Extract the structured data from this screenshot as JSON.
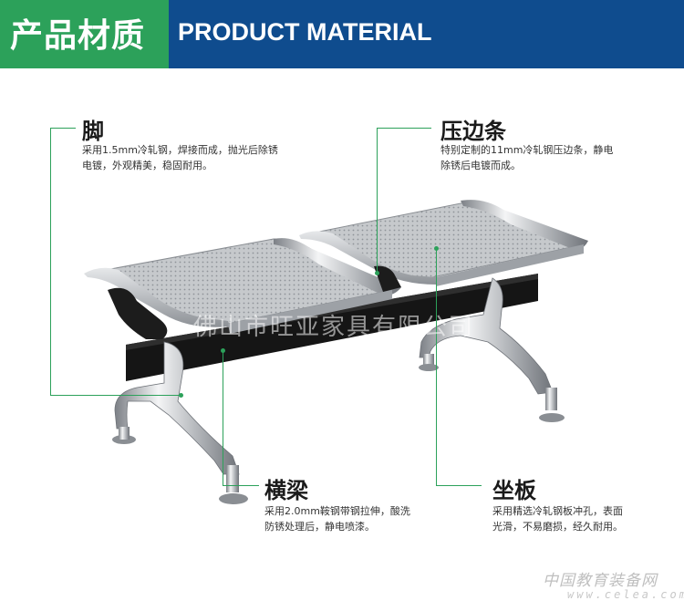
{
  "header": {
    "cn_title": "产品材质",
    "en_title": "PRODUCT MATERIAL",
    "colors": {
      "green": "#2ca15a",
      "blue": "#0f4c8e"
    }
  },
  "callouts": {
    "foot": {
      "title": "脚",
      "desc_line1": "采用1.5mm冷轧钢，焊接而成，抛光后除锈",
      "desc_line2": "电镀，外观精美，稳固耐用。"
    },
    "edge": {
      "title": "压边条",
      "desc_line1": "特别定制的11mm冷轧钢压边条，静电",
      "desc_line2": "除锈后电镀而成。"
    },
    "beam": {
      "title": "横梁",
      "desc_line1": "采用2.0mm鞍钢带钢拉伸，酸洗",
      "desc_line2": "防锈处理后，静电喷漆。"
    },
    "seat": {
      "title": "坐板",
      "desc_line1": "采用精选冷轧钢板冲孔，表面",
      "desc_line2": "光滑，不易磨损，经久耐用。"
    }
  },
  "product_image": {
    "subject": "two-seat stainless steel airport waiting bench",
    "accent_color": "#2ca15a"
  },
  "watermarks": {
    "center": "佛山市旺亚家具有限公司",
    "corner_cn": "中国教育装备网",
    "corner_en": "www.celea.com"
  }
}
